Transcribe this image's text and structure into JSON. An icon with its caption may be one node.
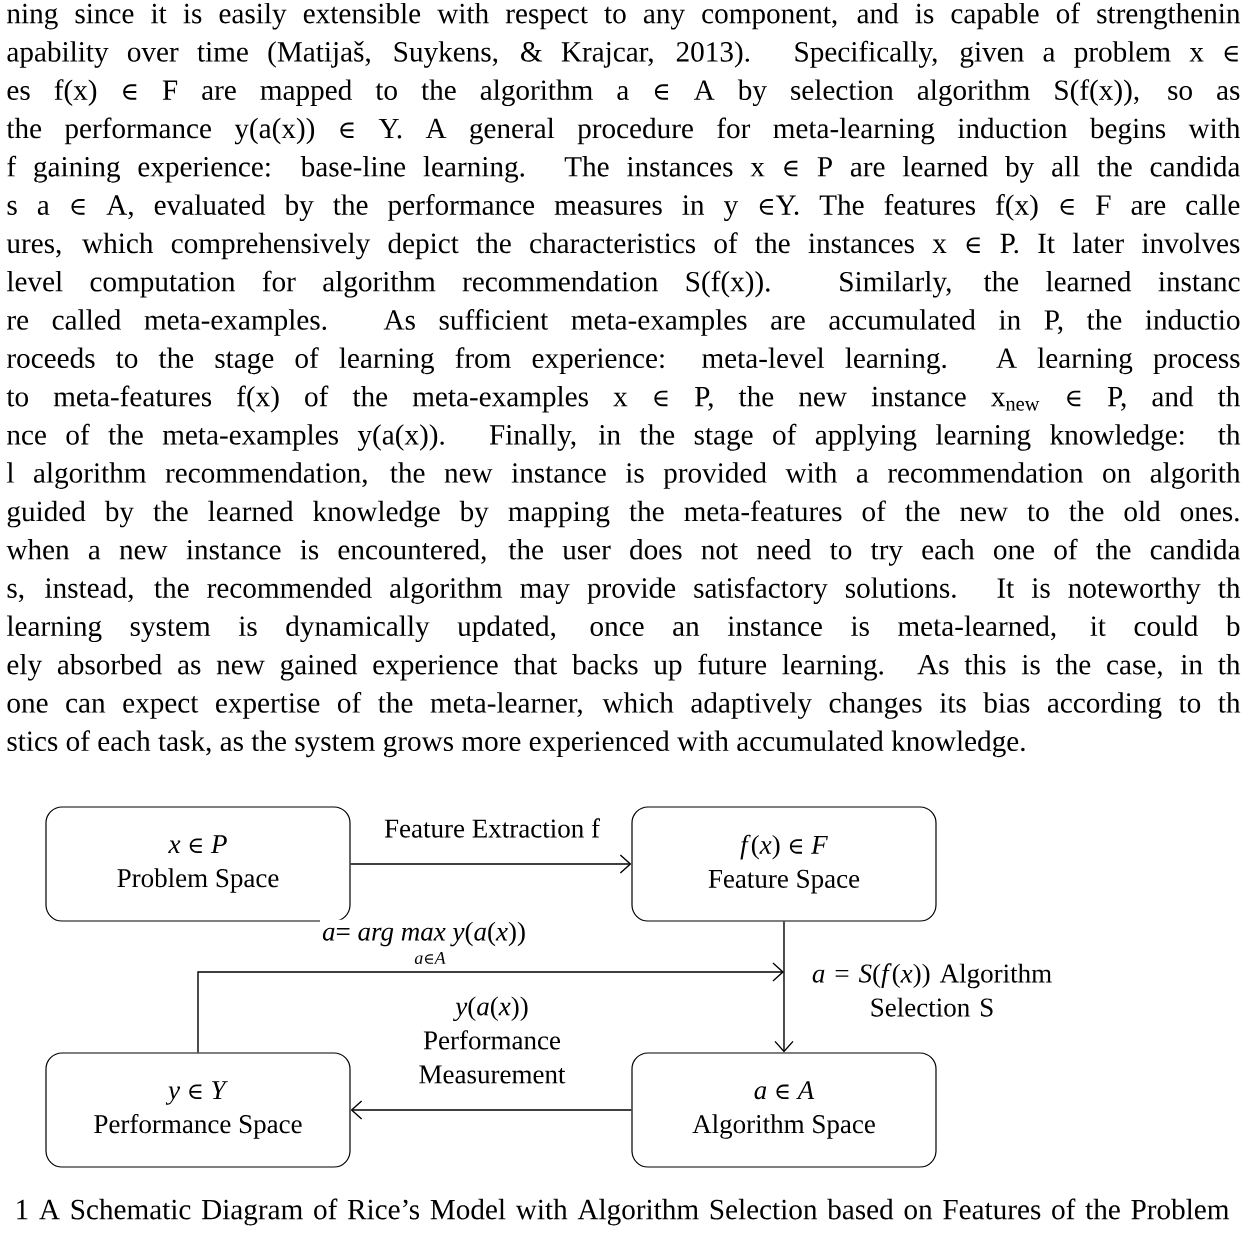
{
  "diagram": {
    "caption": "1 A Schematic Diagram of Rice’s Model with Algorithm Selection based on Features of the Problem",
    "nodes": [
      {
        "text": [
          "*x* ∈ *P*",
          "Problem Space"
        ]
      },
      {
        "text": [
          "*f*(*x*) ∈ *F*",
          "Feature Space"
        ]
      },
      {
        "text": [
          "*y* ∈ *Y*",
          "Performance Space"
        ]
      },
      {
        "text": [
          "*a* ∈ *A*",
          "Algorithm Space"
        ]
      }
    ],
    "edges": [
      {
        "from": 0,
        "to": 1,
        "arrow": "to",
        "label": "Feature Extraction f"
      },
      {
        "from": 1,
        "to": 3,
        "arrow": "to",
        "label": "*a* = *S*(*f*(*x*)) Algorithm Selection S"
      },
      {
        "from": 3,
        "to": 2,
        "arrow": "to",
        "label": "*y*(*a*(*x*)) Performance Measurement"
      },
      {
        "from": 2,
        "to": null,
        "arrow": "to",
        "label": "*a*= *arg max y*(*a*(*x*))"
      }
    ],
    "labels": [
      "ning since it is easily extensible with respect to any component, and is capable of strengthenin",
      "apability over time (Matijaš, Suykens, & Krajcar, 2013). Specifically, given a problem x ∈",
      "es f(x) ∈ F are mapped to the algorithm a ∈ A by selection algorithm S(f(x)), so as",
      "the performance y(a(x)) ∈ Y. A general procedure for meta-learning induction begins with",
      "f gaining experience: base-line learning. The instances x ∈ P are learned by all the candida",
      "s a ∈ A, evaluated by the performance measures in y ∈Y. The features f(x) ∈ F are calle",
      "ures, which comprehensively depict the characteristics of the instances x ∈ P. It later involves",
      "level computation for algorithm recommendation S(f(x)). Similarly, the learned instanc",
      "re called meta-examples. As sufficient meta-examples are accumulated in P, the inductio",
      "roceeds to the stage of learning from experience: meta-level learning. A learning process",
      "to meta-features f(x) of the meta-examples x ∈ P, the new instance x$_{new}$ ∈ P, and th",
      "nce of the meta-examples y(a(x)). Finally, in the stage of applying learning knowledge: th",
      "l algorithm recommendation, the new instance is provided with a recommendation on algorith",
      "guided by the learned knowledge by mapping the meta-features of the new to the old ones.",
      "when a new instance is encountered, the user does not need to try each one of the candida",
      "s, instead, the recommended algorithm may provide satisfactory solutions. It is noteworthy th",
      "learning system is dynamically updated, once an instance is meta-learned, it could b",
      "ely absorbed as new gained experience that backs up future learning. As this is the case, in th",
      "one can expect expertise of the meta-learner, which adaptively changes its bias according to th",
      "stics of each task, as the system grows more experienced with accumulated knowledge.",
      "*a*∈*A*"
    ]
  }
}
